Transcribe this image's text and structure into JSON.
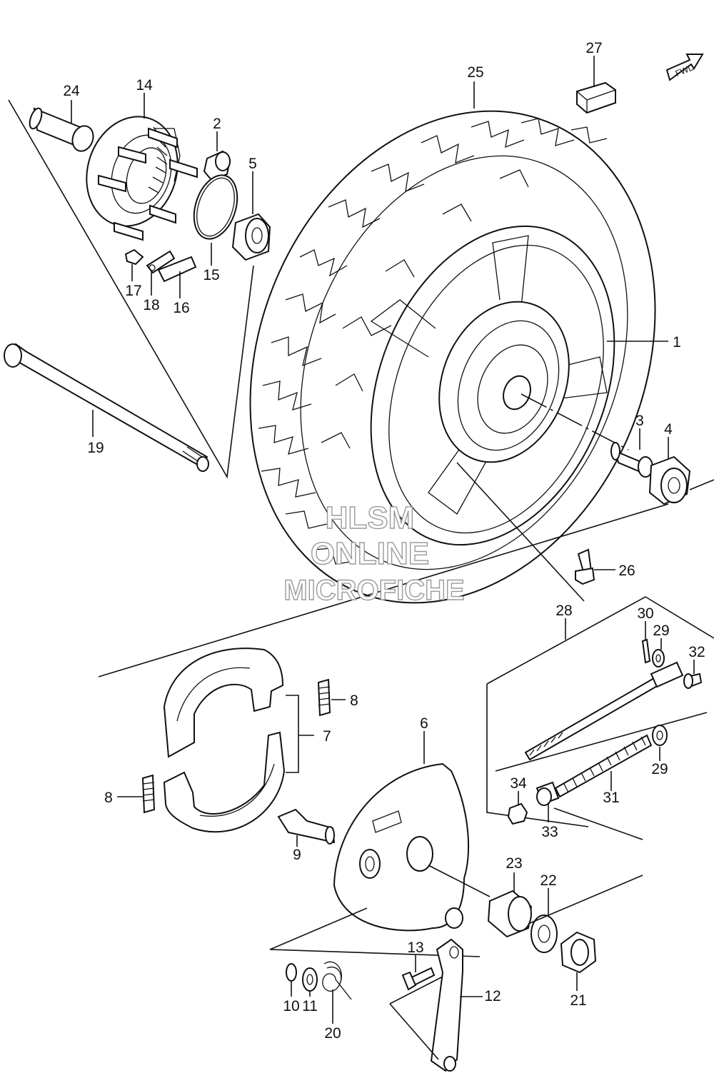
{
  "fwd_label": "FWD",
  "watermark": {
    "line1": "HLSM",
    "line2": "ONLINE",
    "line3": "MICROFICHE"
  },
  "callouts": {
    "p1": "1",
    "p2": "2",
    "p3": "3",
    "p4": "4",
    "p5": "5",
    "p6": "6",
    "p7": "7",
    "p8a": "8",
    "p8b": "8",
    "p9": "9",
    "p10": "10",
    "p11": "11",
    "p12": "12",
    "p13": "13",
    "p14": "14",
    "p15": "15",
    "p16": "16",
    "p17": "17",
    "p18": "18",
    "p19": "19",
    "p20": "20",
    "p21": "21",
    "p22": "22",
    "p23": "23",
    "p24": "24",
    "p25": "25",
    "p26": "26",
    "p27": "27",
    "p28": "28",
    "p29a": "29",
    "p29b": "29",
    "p30": "30",
    "p31": "31",
    "p32": "32",
    "p33": "33",
    "p34": "34"
  }
}
